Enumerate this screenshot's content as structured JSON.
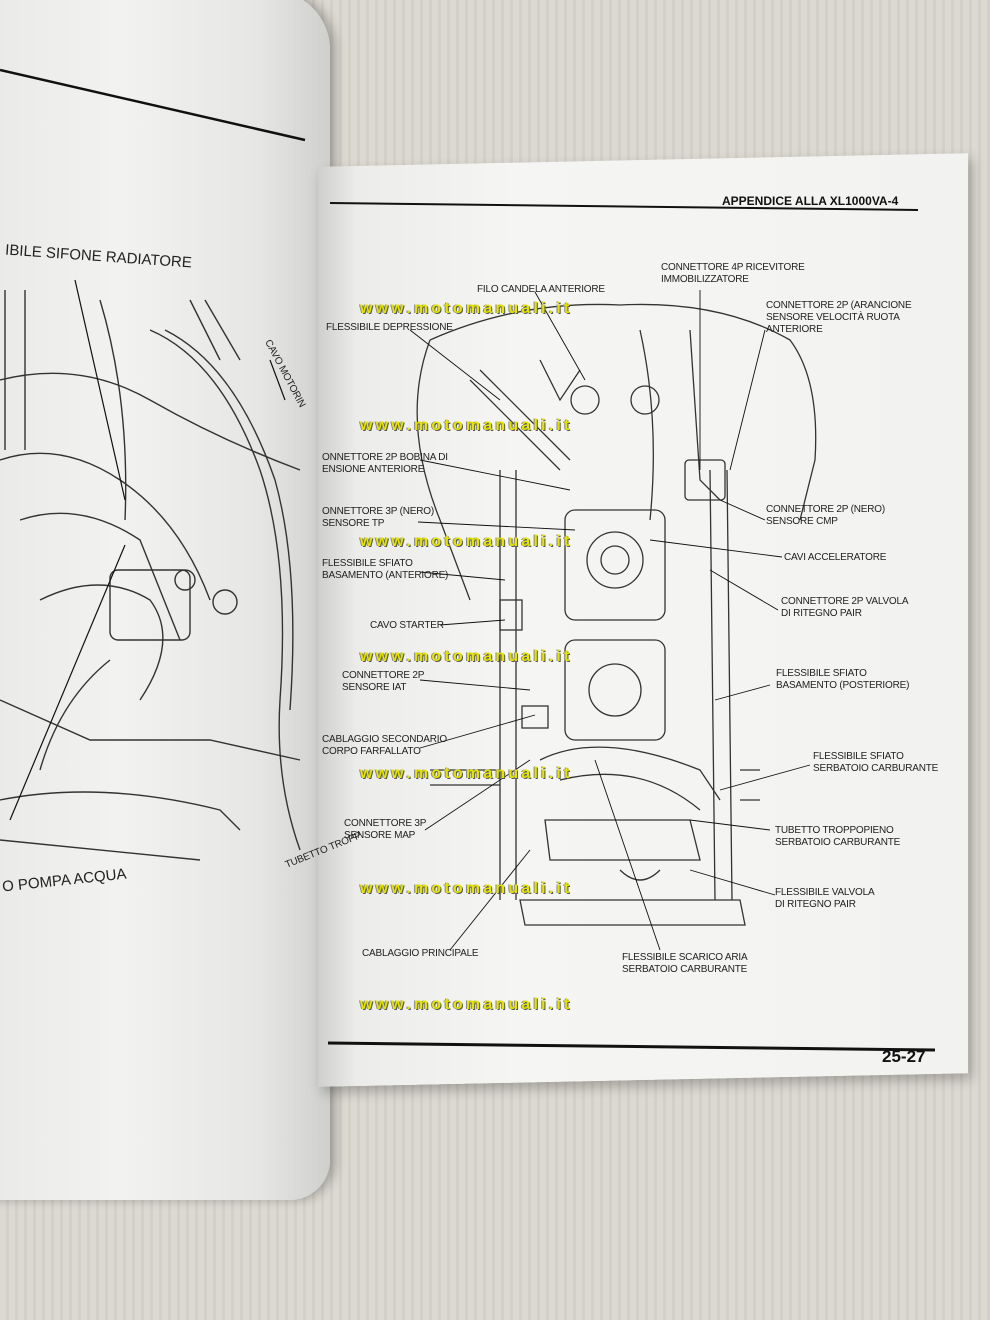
{
  "header": {
    "title": "APPENDICE ALLA XL1000VA-4",
    "page_number": "25-27"
  },
  "watermark": "www.motomanuali.it",
  "left_page_labels": {
    "top": "IBILE SIFONE RADIATORE",
    "cable": "CAVO MOTORIN",
    "pump": "O POMPA ACQUA",
    "tube": "TUBETTO TROPP"
  },
  "labels": {
    "filo_candela": "FILO CANDELA ANTERIORE",
    "conn4p": "CONNETTORE 4P RICEVITORE\nIMMOBILIZZATORE",
    "flessibile_depr": "FLESSIBILE DEPRESSIONE",
    "conn2p_arancione": "CONNETTORE 2P (ARANCIONE\nSENSORE VELOCITÀ RUOTA\nANTERIORE",
    "conn2p_bobina": "ONNETTORE 2P BOBINA DI\nENSIONE ANTERIORE",
    "conn2p_cmp": "CONNETTORE 2P (NERO)\nSENSORE CMP",
    "conn3p_tp": "ONNETTORE 3P (NERO)\nSENSORE TP",
    "cavi_acc": "CAVI ACCELERATORE",
    "sfiato_ant": "FLESSIBILE SFIATO\nBASAMENTO (ANTERIORE)",
    "conn2p_pair": "CONNETTORE 2P VALVOLA\nDI RITEGNO PAIR",
    "cavo_starter": "CAVO STARTER",
    "conn2p_iat": "CONNETTORE 2P\nSENSORE IAT",
    "sfiato_post": "FLESSIBILE SFIATO\nBASAMENTO (POSTERIORE)",
    "cablaggio_sec": "CABLAGGIO SECONDARIO\nCORPO FARFALLATO",
    "sfiato_serb": "FLESSIBILE SFIATO\nSERBATOIO CARBURANTE",
    "conn3p_map": "CONNETTORE 3P\nSENSORE MAP",
    "troppopieno": "TUBETTO TROPPOPIENO\nSERBATOIO CARBURANTE",
    "valvola_pair": "FLESSIBILE VALVOLA\nDI RITEGNO PAIR",
    "cablaggio_princ": "CABLAGGIO PRINCIPALE",
    "scarico_aria": "FLESSIBILE SCARICO ARIA\nSERBATOIO CARBURANTE"
  }
}
